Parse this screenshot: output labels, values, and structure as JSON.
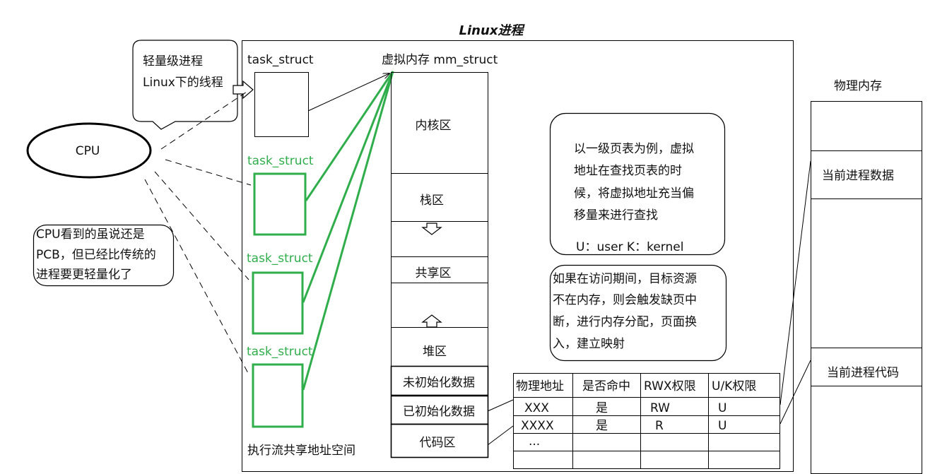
{
  "title": "Linux进程",
  "bubble": {
    "line1": "轻量级进程",
    "line2": "Linux下的线程"
  },
  "cpu": {
    "label": "CPU"
  },
  "pcb_note": {
    "lines": [
      "CPU看到的虽说还是",
      "PCB，但已经比传统的",
      "进程要更轻量化了"
    ]
  },
  "process": {
    "task_struct_main": "task_struct",
    "thread_task_structs": [
      "task_struct",
      "task_struct",
      "task_struct"
    ],
    "shared_caption": "执行流共享地址空间",
    "mm_title": "虚拟内存 mm_struct",
    "regions": [
      "内核区",
      "栈区",
      "共享区",
      "堆区",
      "未初始化数据",
      "已初始化数据",
      "代码区"
    ]
  },
  "page_table_note": {
    "lines": [
      "以一级页表为例，虚拟",
      "地址在查找页表的时",
      "候，将虚拟地址充当偏",
      "移量来进行查找"
    ],
    "legend": "U：user  K：kernel"
  },
  "page_fault_note": {
    "lines": [
      "如果在访问期间，目标资源",
      "不在内存，则会触发缺页中",
      "断，进行内存分配，页面换",
      "入，建立映射"
    ]
  },
  "page_table": {
    "headers": [
      "物理地址",
      "是否命中",
      "RWX权限",
      "U/K权限"
    ],
    "rows": [
      [
        "XXX",
        "是",
        "RW",
        "U"
      ],
      [
        "XXXX",
        "是",
        "R",
        "U"
      ],
      [
        "..."
      ]
    ]
  },
  "physical_memory": {
    "title": "物理内存",
    "data_block": "当前进程数据",
    "code_block": "当前进程代码"
  },
  "colors": {
    "thread": "#2fae4b",
    "outline": "#000000"
  }
}
